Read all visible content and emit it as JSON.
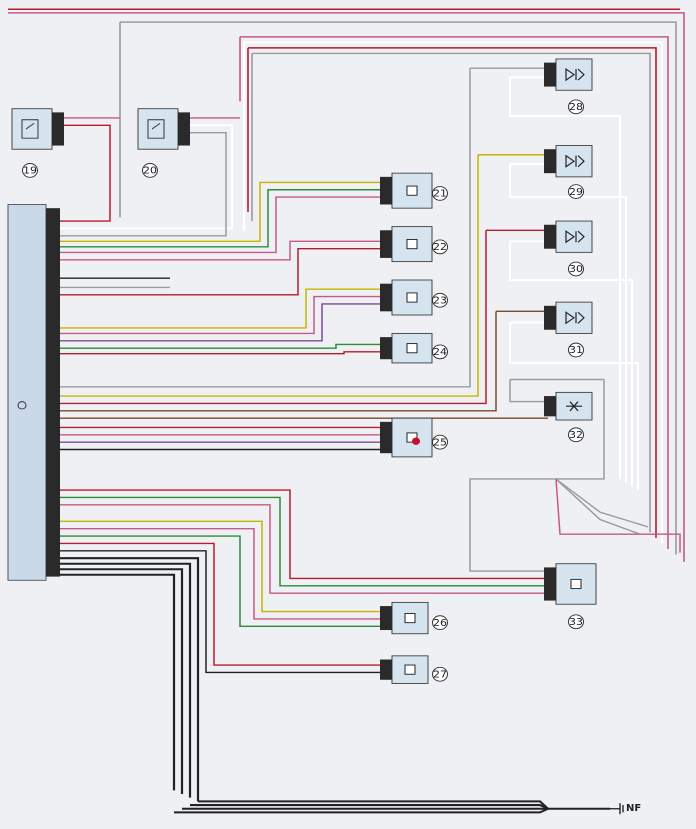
{
  "diagram": {
    "ground_label": "NF",
    "components": [
      {
        "id": "19",
        "label": "19",
        "kind": "relay"
      },
      {
        "id": "20",
        "label": "20",
        "kind": "relay"
      },
      {
        "id": "21",
        "label": "21",
        "kind": "sensor"
      },
      {
        "id": "22",
        "label": "22",
        "kind": "sensor"
      },
      {
        "id": "23",
        "label": "23",
        "kind": "sensor"
      },
      {
        "id": "24",
        "label": "24",
        "kind": "sensor"
      },
      {
        "id": "25",
        "label": "25",
        "kind": "sensor"
      },
      {
        "id": "26",
        "label": "26",
        "kind": "sensor"
      },
      {
        "id": "27",
        "label": "27",
        "kind": "sensor"
      },
      {
        "id": "28",
        "label": "28",
        "kind": "injector"
      },
      {
        "id": "29",
        "label": "29",
        "kind": "injector"
      },
      {
        "id": "30",
        "label": "30",
        "kind": "injector"
      },
      {
        "id": "31",
        "label": "31",
        "kind": "injector"
      },
      {
        "id": "32",
        "label": "32",
        "kind": "valve"
      },
      {
        "id": "33",
        "label": "33",
        "kind": "sensor"
      }
    ],
    "colors": {
      "background": "#eef0f4",
      "component_fill": "#d6e4f0",
      "connector": "#2a2a2a",
      "ecu_fill": "#c9d9ea",
      "wire_red": "#b51c2c",
      "wire_pink": "#c45a86",
      "wire_yellow": "#c6b400",
      "wire_green": "#2e8b3a",
      "wire_black": "#222222",
      "wire_grey": "#8a8a8a",
      "wire_white": "#ffffff",
      "wire_brown": "#7a4a2a",
      "wire_violet": "#7b4b8c",
      "wire_orange": "#d2691e"
    }
  }
}
